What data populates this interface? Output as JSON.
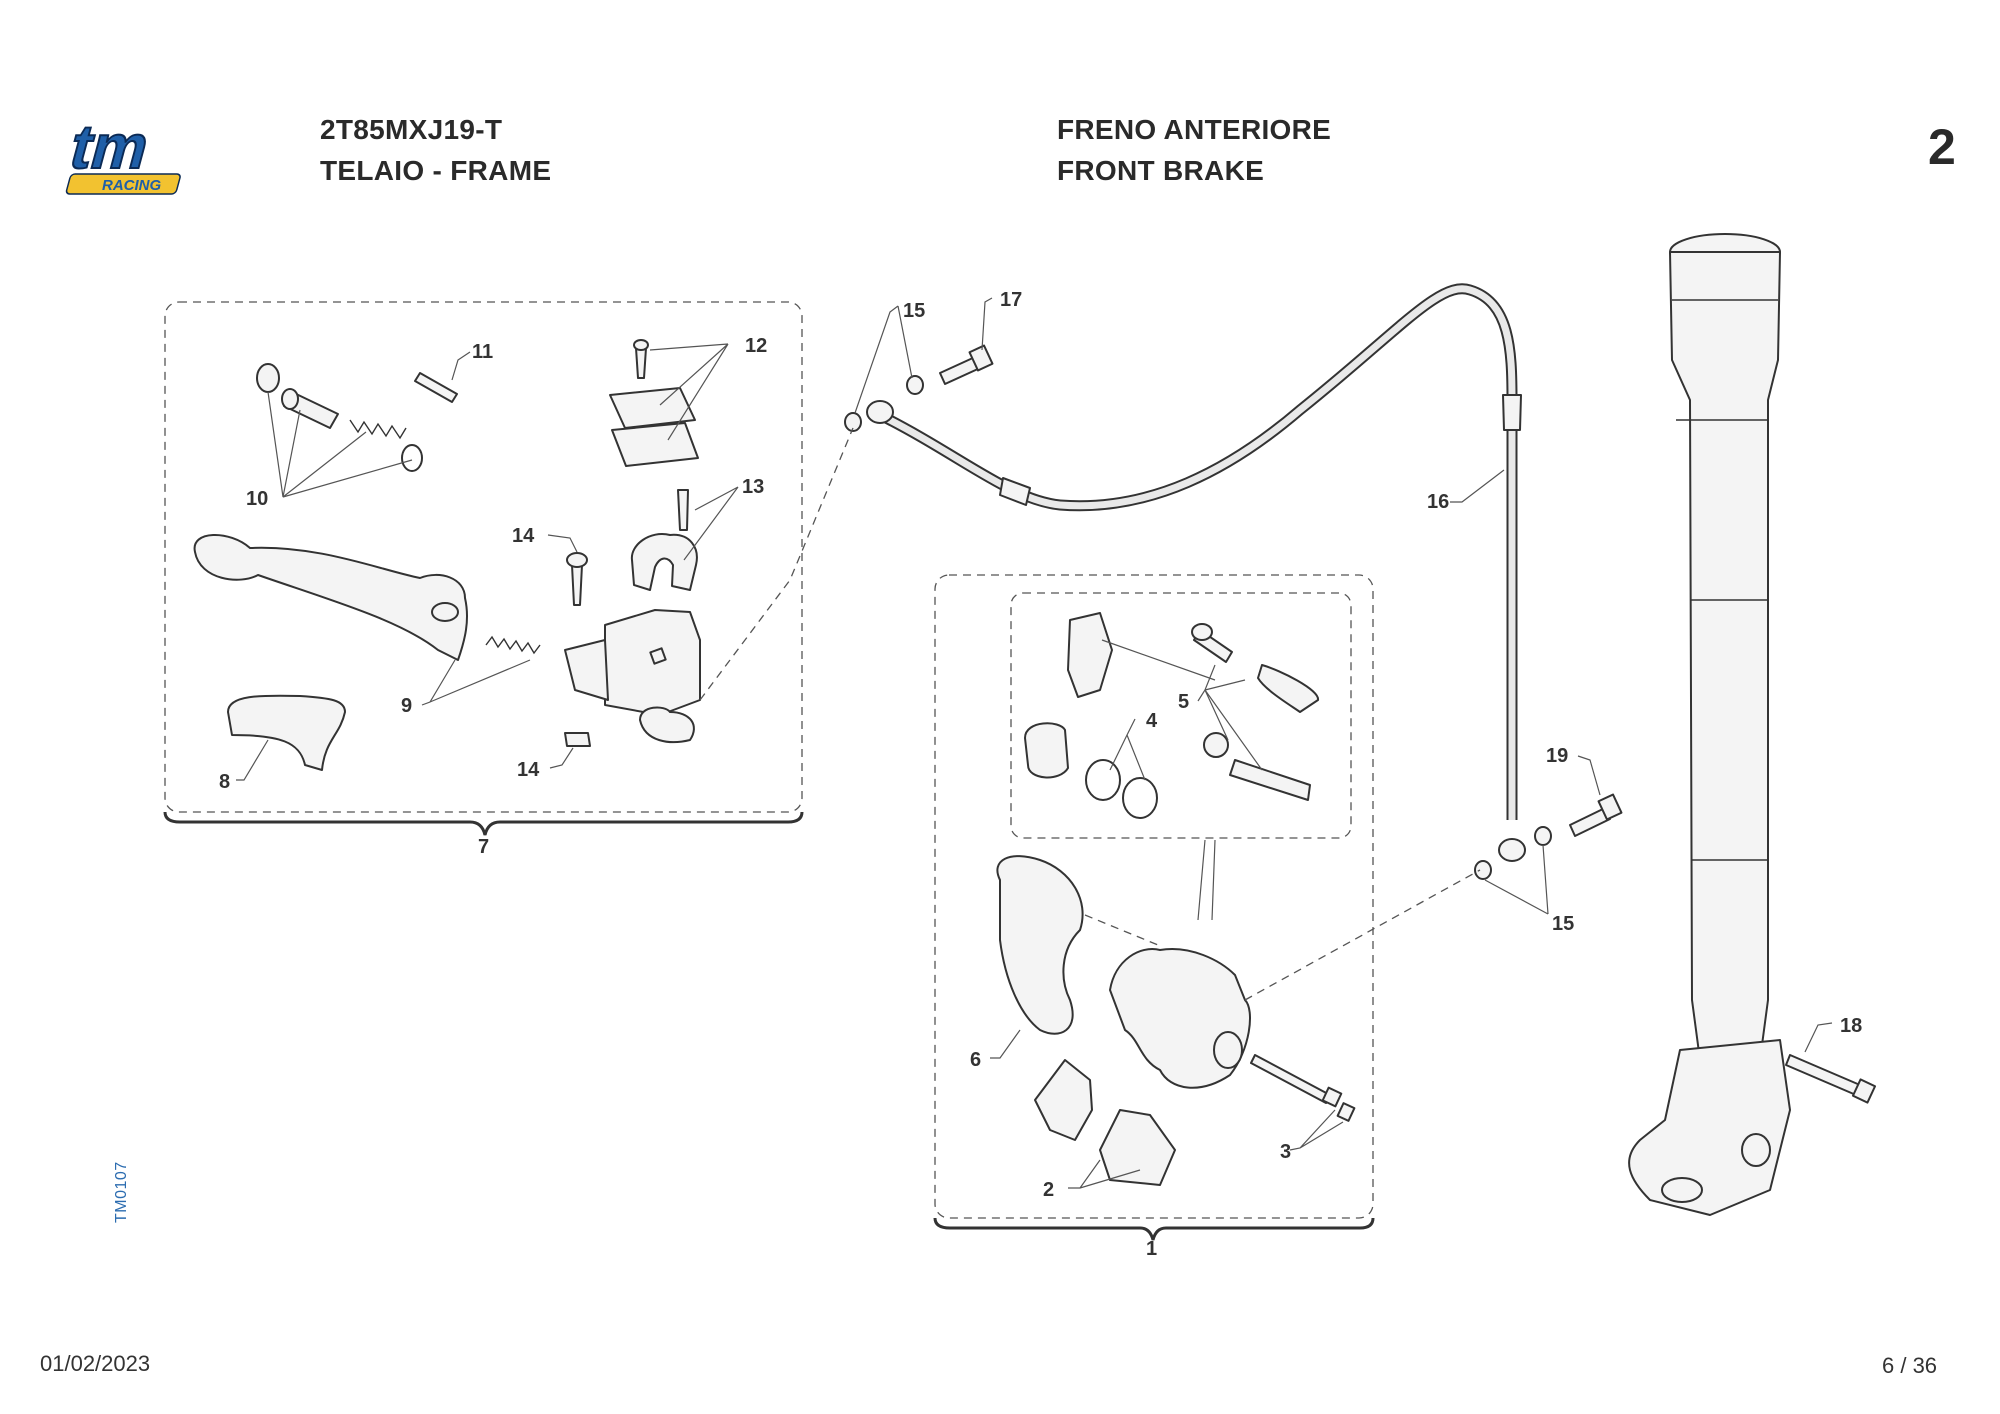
{
  "header": {
    "model": "2T85MXJ19-T",
    "group_it_en": "TELAIO - FRAME",
    "title_it": "FRENO ANTERIORE",
    "title_en": "FRONT BRAKE",
    "page_number": "2"
  },
  "logo": {
    "brand": "tm",
    "sub": "RACING",
    "color": "#1f5fa8",
    "accent": "#f2c230"
  },
  "side_code": "TM0107",
  "footer": {
    "date": "01/02/2023",
    "page": "6 / 36"
  },
  "callouts": {
    "c1": "1",
    "c2": "2",
    "c3": "3",
    "c4": "4",
    "c5": "5",
    "c6": "6",
    "c7": "7",
    "c8": "8",
    "c9": "9",
    "c10": "10",
    "c11": "11",
    "c12": "12",
    "c13": "13",
    "c14a": "14",
    "c14b": "14",
    "c15a": "15",
    "c15b": "15",
    "c16": "16",
    "c17": "17",
    "c18": "18",
    "c19": "19"
  }
}
